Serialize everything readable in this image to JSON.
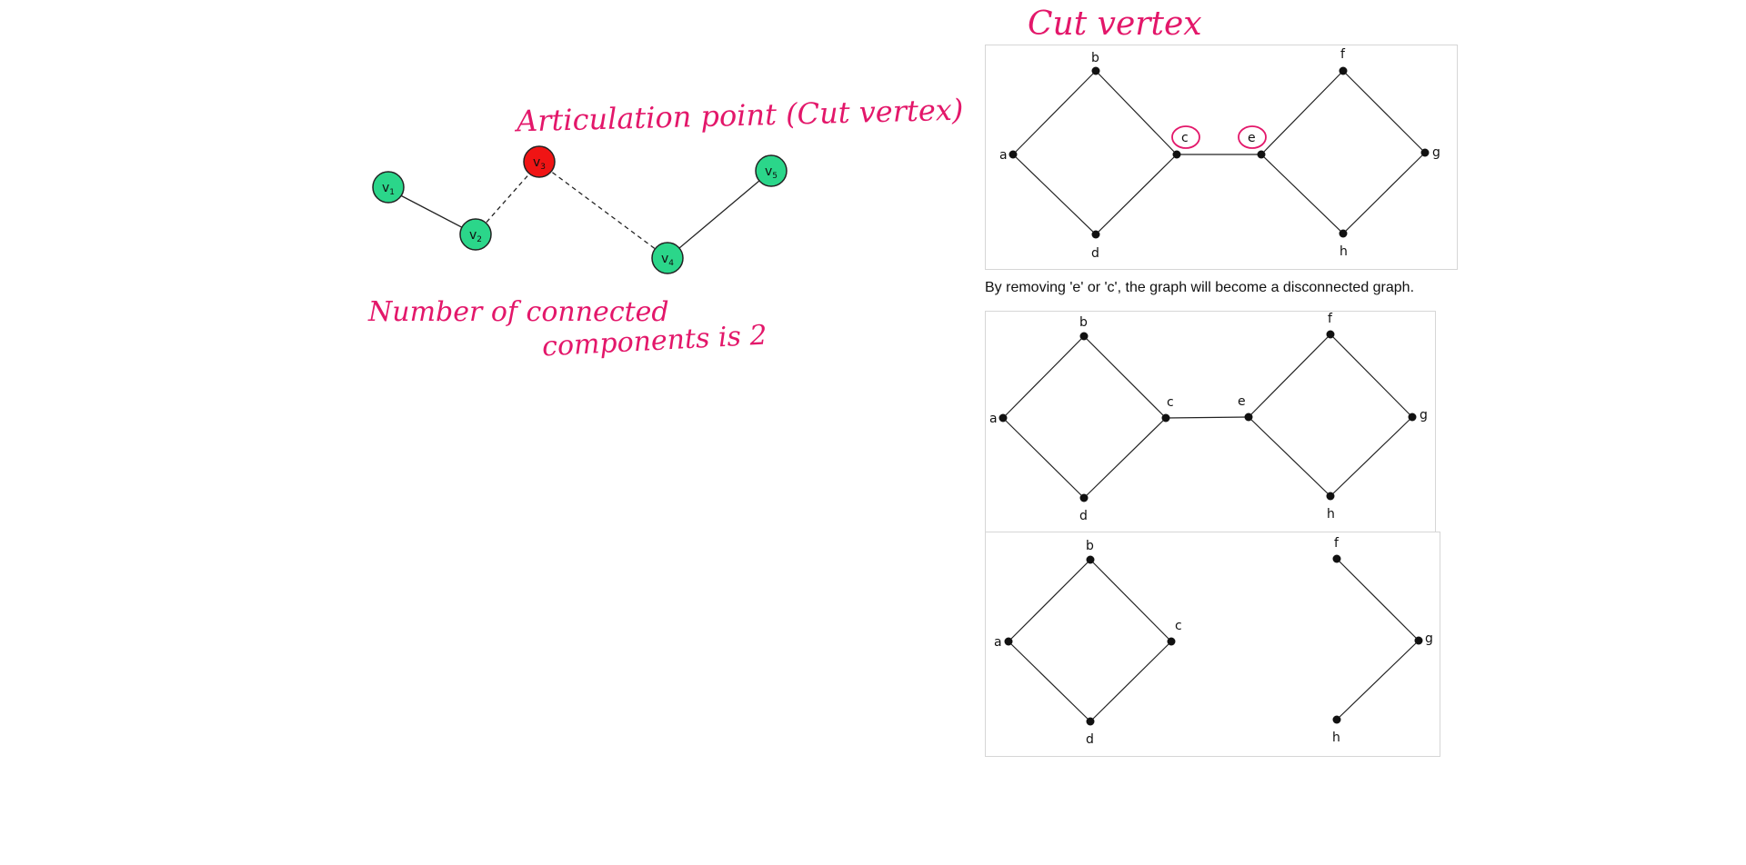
{
  "left_diagram": {
    "annotation_title": "Articulation point (Cut vertex)",
    "note_line1": "Number of  connected",
    "note_line2": "components is 2",
    "nodes": [
      {
        "id": "v1",
        "base": "v",
        "sub": "1",
        "color": "#2bd68a"
      },
      {
        "id": "v2",
        "base": "v",
        "sub": "2",
        "color": "#2bd68a"
      },
      {
        "id": "v3",
        "base": "v",
        "sub": "3",
        "color": "#f01414"
      },
      {
        "id": "v4",
        "base": "v",
        "sub": "4",
        "color": "#2bd68a"
      },
      {
        "id": "v5",
        "base": "v",
        "sub": "5",
        "color": "#2bd68a"
      }
    ]
  },
  "right_panel": {
    "heading": "Cut  vertex",
    "caption": "By removing 'e' or 'c', the graph will become a disconnected graph.",
    "graph1_labels": {
      "a": "a",
      "b": "b",
      "c": "c",
      "d": "d",
      "e": "e",
      "f": "f",
      "g": "g",
      "h": "h"
    },
    "graph2_labels": {
      "a": "a",
      "b": "b",
      "c": "c",
      "d": "d",
      "e": "e",
      "f": "f",
      "g": "g",
      "h": "h"
    },
    "graph3_labels": {
      "a": "a",
      "b": "b",
      "c": "c",
      "d": "d",
      "f": "f",
      "g": "g",
      "h": "h"
    }
  },
  "colors": {
    "annotation": "#e3176a",
    "cut_vertex": "#f01414",
    "normal_vertex": "#2bd68a"
  }
}
